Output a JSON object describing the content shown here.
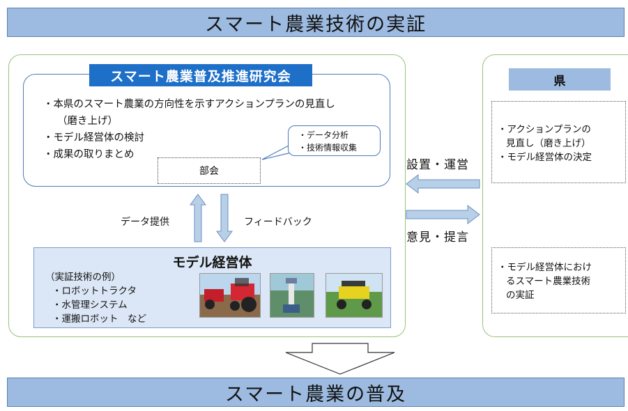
{
  "top_banner": "スマート農業技術の実証",
  "bottom_banner": "スマート農業の普及",
  "study_group": {
    "title": "スマート農業普及推進研究会",
    "bullets": [
      "・本県のスマート農業の方向性を示すアクションプランの見直し",
      "（磨き上げ）",
      "・モデル経営体の検討",
      "・成果の取りまとめ"
    ],
    "bubble": [
      "・データ分析",
      "・技術情報収集"
    ],
    "subcommittee": "部会"
  },
  "arrows": {
    "data_provision": "データ提供",
    "feedback": "フィードバック",
    "setup_operation": "設置・運営",
    "opinion_proposal": "意見・提言"
  },
  "model": {
    "title": "モデル経営体",
    "examples_heading": "（実証技術の例）",
    "examples": [
      "・ロボットトラクタ",
      "・水管理システム",
      "・運搬ロボット　など"
    ]
  },
  "prefecture": {
    "label": "県",
    "box_a": [
      "・アクションプランの",
      "見直し（磨き上げ）",
      "・モデル経営体の決定"
    ],
    "box_b": [
      "・モデル経営体におけ",
      "るスマート農業技術",
      "の実証"
    ]
  },
  "colors": {
    "banner": "#9dbbe0",
    "title_bar": "#1d6fc8",
    "arrow_fill": "#b8cfe8",
    "green_border": "#98c27a"
  }
}
